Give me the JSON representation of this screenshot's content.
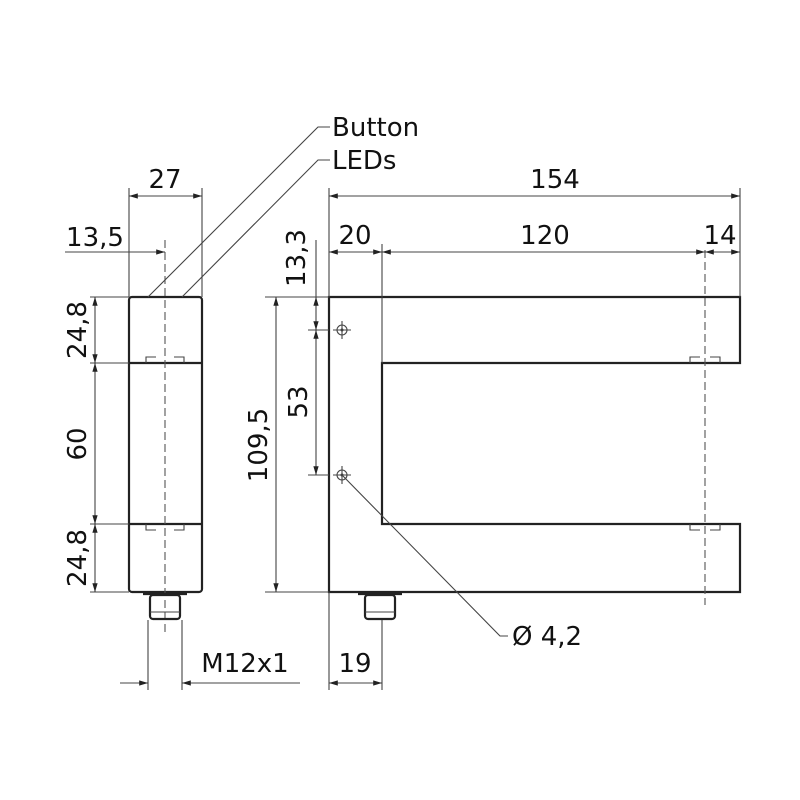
{
  "labels": {
    "button": "Button",
    "leds": "LEDs",
    "thread": "M12x1",
    "hole": "Ø 4,2"
  },
  "side_view": {
    "width": "27",
    "half_width": "13,5",
    "top": "24,8",
    "middle": "60",
    "bottom": "24,8"
  },
  "front_view": {
    "total_width": "154",
    "left": "20",
    "gap": "120",
    "right": "14",
    "height": "109,5",
    "hole_offset": "13,3",
    "hole_spacing": "53",
    "connector_offset": "19"
  }
}
